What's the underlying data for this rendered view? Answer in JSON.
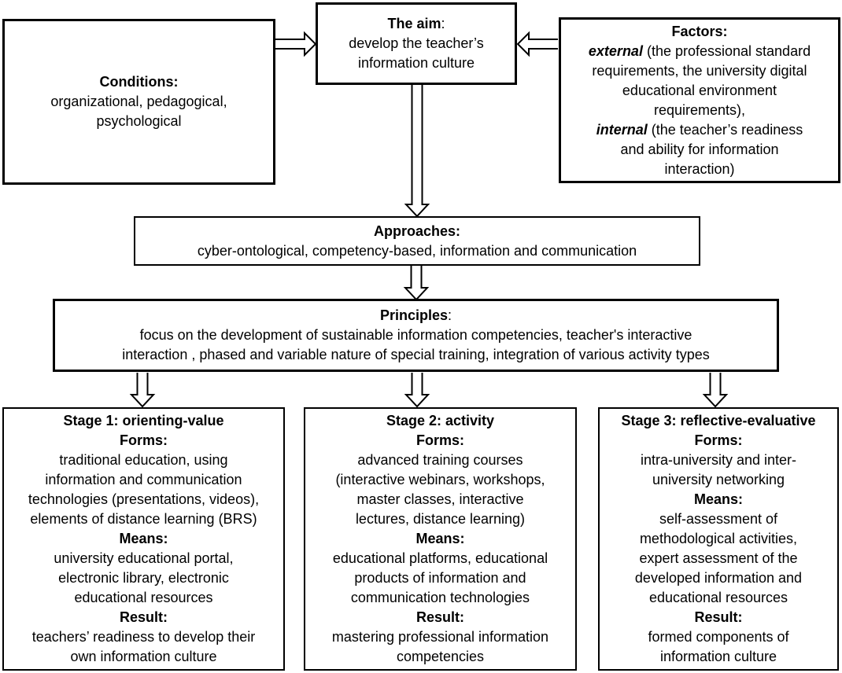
{
  "colors": {
    "border": "#000000",
    "background": "#ffffff",
    "text": "#000000"
  },
  "diagram": {
    "aim": {
      "title": "The aim",
      "title_colon": ":",
      "lines": [
        "develop the teacher’s",
        "information culture"
      ]
    },
    "conditions": {
      "title": "Conditions:",
      "lines": [
        "organizational, pedagogical,",
        "psychological"
      ]
    },
    "factors": {
      "title": "Factors:",
      "external_label": "external",
      "external_rest": " (the professional standard",
      "external_lines": [
        "requirements, the university digital",
        "educational environment",
        "requirements),"
      ],
      "internal_label": "internal",
      "internal_rest": " (the teacher’s readiness",
      "internal_lines": [
        "and ability for information",
        "interaction)"
      ]
    },
    "approaches": {
      "title": "Approaches:",
      "lines": [
        "cyber-ontological, competency-based, information and communication"
      ]
    },
    "principles": {
      "title": "Principles",
      "title_colon": ":",
      "lines": [
        "focus on the development of sustainable information competencies, teacher's interactive",
        "interaction , phased and variable nature of special training, integration of various activity types"
      ]
    },
    "stages": [
      {
        "title": "Stage 1: orienting-value",
        "forms_label": "Forms:",
        "forms_lines": [
          "traditional education, using",
          "information and communication",
          "technologies (presentations, videos),",
          "elements of distance learning (BRS)"
        ],
        "means_label": "Means:",
        "means_lines": [
          "university educational portal,",
          "electronic library, electronic",
          "educational resources"
        ],
        "result_label": "Result:",
        "result_lines": [
          "teachers’ readiness to develop their",
          "own information culture"
        ]
      },
      {
        "title": "Stage 2: activity",
        "forms_label": "Forms:",
        "forms_lines": [
          "advanced training courses",
          "(interactive webinars, workshops,",
          "master classes, interactive",
          "lectures, distance learning)"
        ],
        "means_label": "Means:",
        "means_lines": [
          "educational platforms, educational",
          "products of information and",
          "communication technologies"
        ],
        "result_label": "Result:",
        "result_lines": [
          "mastering professional information",
          "competencies"
        ]
      },
      {
        "title": "Stage 3: reflective-evaluative",
        "forms_label": "Forms:",
        "forms_lines": [
          "intra-university and inter-",
          "university networking"
        ],
        "means_label": "Means:",
        "means_lines": [
          "self-assessment of",
          "methodological activities,",
          "expert assessment of the",
          "developed information and",
          "educational resources"
        ],
        "result_label": "Result:",
        "result_lines": [
          "formed components of",
          "information culture"
        ]
      }
    ]
  }
}
